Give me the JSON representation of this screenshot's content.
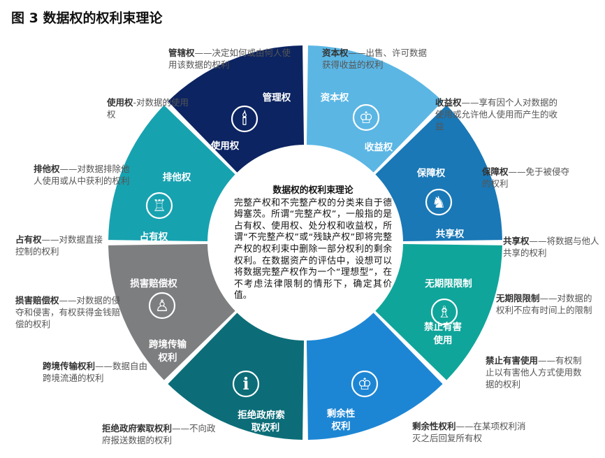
{
  "title": "图 3 数据权的权利束理论",
  "colors": {
    "navy": "#0c2461",
    "teal": "#17a2b0",
    "light_blue": "#5bb6e4",
    "blue": "#1a78b6",
    "teal_green": "#10a59a",
    "gray": "#7d7e80",
    "dark_teal": "#0c6d78",
    "bright_blue": "#1d86d4"
  },
  "segments": [
    {
      "labels": [
        "管理权",
        "使用权"
      ],
      "color": "#0c2461",
      "icon": "candle-icon"
    },
    {
      "labels": [
        "资本权",
        "收益权"
      ],
      "color": "#5bb6e4",
      "icon": "chess-king-icon"
    },
    {
      "labels": [
        "保障权",
        "共享权"
      ],
      "color": "#1a78b6",
      "icon": "chess-knight-icon"
    },
    {
      "labels": [
        "无期限限制",
        "禁止有害",
        "使用"
      ],
      "color": "#10a59a",
      "icon": "chess-bishop-icon"
    },
    {
      "labels": [
        "剩余性",
        "权利"
      ],
      "color": "#1d86d4",
      "icon": "chess-king-icon"
    },
    {
      "labels": [
        "拒绝政府索",
        "取权利"
      ],
      "color": "#0c6d78",
      "icon": "info-icon"
    },
    {
      "labels": [
        "损害赔偿权",
        "跨境传输",
        "权利"
      ],
      "color": "#7d7e80",
      "icon": "chess-pawn-icon"
    },
    {
      "labels": [
        "排他权",
        "占有权"
      ],
      "color": "#17a2b0",
      "icon": "chess-rook-icon"
    }
  ],
  "annotations": [
    {
      "term": "管辖权",
      "text": "——决定如何或由何人使用该数据的权利"
    },
    {
      "term": "资本权",
      "text": "——出售、许可数据获得收益的权利"
    },
    {
      "term": "使用权",
      "text": "-对数据的使用权"
    },
    {
      "term": "收益权",
      "text": "——享有因个人对数据的使用或允许他人使用而产生的收益"
    },
    {
      "term": "排他权",
      "text": "——对数据排除他人使用或从中获利的权利"
    },
    {
      "term": "保障权",
      "text": "——免于被侵夺的权利"
    },
    {
      "term": "占有权",
      "text": "——对数据直接控制的权利"
    },
    {
      "term": "共享权",
      "text": "——将数据与他人共享的权利"
    },
    {
      "term": "损害赔偿权",
      "text": "——对数据的侵夺和侵害，有权获得金钱赔偿的权利"
    },
    {
      "term": "无期限限制",
      "text": "——对数据的权利不应有时间上的限制"
    },
    {
      "term": "跨境传输权利",
      "text": "——数据自由跨境流通的权利"
    },
    {
      "term": "禁止有害使用",
      "text": "——有权制止以有害他人方式使用数据的权利"
    },
    {
      "term": "拒绝政府索取权利",
      "text": "——不向政府报送数据的权利"
    },
    {
      "term": "剩余性权利",
      "text": "——在某项权利消灭之后回复所有权"
    }
  ],
  "center": {
    "title": "数据权的权利束理论",
    "body": "完整产权和不完整产权的分类来自于德姆塞茨。所谓“完整产权”，一般指的是占有权、使用权、处分权和收益权，所谓“不完整产权”或“残缺产权”即将完整产权的权利束中删除一部分权利的剩余权利。在数据资产的评估中，设想可以将数据完整产权作为一个“理想型”，在不考虑法律限制的情形下，确定其价值。"
  }
}
